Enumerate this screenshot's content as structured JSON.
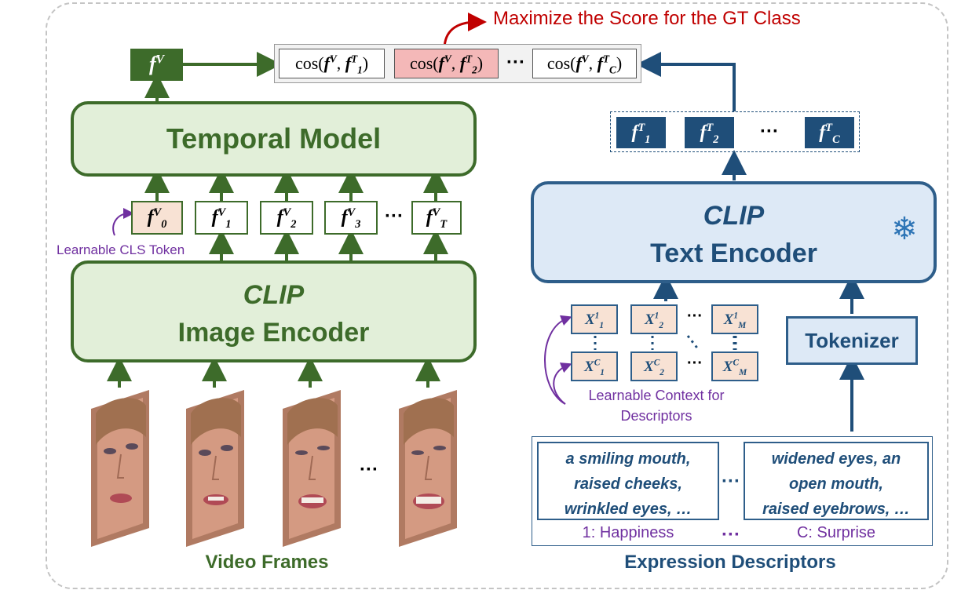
{
  "top_note": "Maximize the Score for the GT Class",
  "cos_terms": [
    {
      "fv": "f",
      "fv_sup": "V",
      "ft": "f",
      "ft_sup": "T",
      "ft_sub": "1"
    },
    {
      "fv": "f",
      "fv_sup": "V",
      "ft": "f",
      "ft_sup": "T",
      "ft_sub": "2"
    },
    {
      "fv": "f",
      "fv_sup": "V",
      "ft": "f",
      "ft_sup": "T",
      "ft_sub": "C"
    }
  ],
  "cos_label": "cos",
  "cos_dots": "···",
  "video_feature": {
    "base": "f",
    "sup": "V"
  },
  "temporal_model": "Temporal Model",
  "frame_tokens": [
    {
      "base": "f",
      "sup": "V",
      "sub": "0"
    },
    {
      "base": "f",
      "sup": "V",
      "sub": "1"
    },
    {
      "base": "f",
      "sup": "V",
      "sub": "2"
    },
    {
      "base": "f",
      "sup": "V",
      "sub": "3"
    },
    {
      "base": "f",
      "sup": "V",
      "sub": "T"
    }
  ],
  "token_dots": "···",
  "cls_label": "Learnable CLS Token",
  "image_encoder": {
    "line1": "CLIP",
    "line2": "Image Encoder"
  },
  "frames_dots": "···",
  "video_frames_label": "Video Frames",
  "text_features": [
    {
      "base": "f",
      "sup": "T",
      "sub": "1"
    },
    {
      "base": "f",
      "sup": "T",
      "sub": "2"
    },
    {
      "base": "f",
      "sup": "T",
      "sub": "C"
    }
  ],
  "text_feat_dots": "···",
  "text_encoder": {
    "line1": "CLIP",
    "line2": "Text Encoder"
  },
  "snowflake_icon": "❄",
  "context_tokens": [
    {
      "base": "X",
      "sup": "1",
      "sub": "1"
    },
    {
      "base": "X",
      "sup": "1",
      "sub": "2"
    },
    {
      "base": "X",
      "sup": "1",
      "sub": "M"
    },
    {
      "base": "X",
      "sup": "C",
      "sub": "1"
    },
    {
      "base": "X",
      "sup": "C",
      "sub": "2"
    },
    {
      "base": "X",
      "sup": "C",
      "sub": "M"
    }
  ],
  "ctx_dots": "···",
  "context_label": {
    "line1": "Learnable Context for",
    "line2": "Descriptors"
  },
  "tokenizer": "Tokenizer",
  "descriptors": [
    {
      "lines": [
        "a smiling mouth,",
        "raised cheeks,",
        "wrinkled eyes, …"
      ],
      "class_label": "1: Happiness"
    },
    {
      "lines": [
        "widened eyes, an",
        "open mouth,",
        "raised eyebrows, …"
      ],
      "class_label": "C: Surprise"
    }
  ],
  "desc_dots": "···",
  "expression_label": "Expression Descriptors",
  "colors": {
    "green": "#3d6b2a",
    "green_fill": "#e2efd9",
    "blue": "#1f4e79",
    "blue_fill": "#dde9f6",
    "red": "#c00000",
    "purple": "#7030a0",
    "highlight": "#f4b8b8"
  }
}
